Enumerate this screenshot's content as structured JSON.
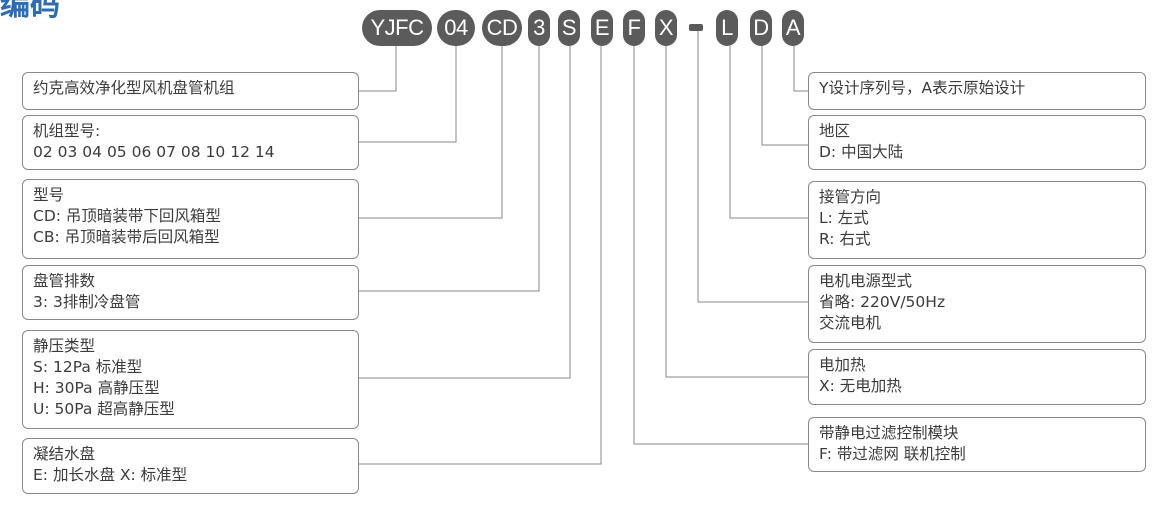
{
  "title": "编码",
  "codes": [
    "YJFC",
    "04",
    "CD",
    "3",
    "S",
    "E",
    "F",
    "X",
    "-",
    "L",
    "D",
    "A"
  ],
  "left_boxes": [
    {
      "lines": [
        "约克高效净化型风机盘管机组"
      ]
    },
    {
      "lines": [
        "机组型号:",
        "02 03 04 05 06 07 08 10 12 14"
      ]
    },
    {
      "lines": [
        "型号",
        "CD: 吊顶暗装带下回风箱型",
        "CB: 吊顶暗装带后回风箱型"
      ]
    },
    {
      "lines": [
        "盘管排数",
        "3: 3排制冷盘管"
      ]
    },
    {
      "lines": [
        "静压类型",
        "S: 12Pa 标准型",
        "H: 30Pa 高静压型",
        "U: 50Pa 超高静压型"
      ]
    },
    {
      "lines": [
        "凝结水盘",
        "E: 加长水盘 X: 标准型"
      ]
    }
  ],
  "right_boxes": [
    {
      "lines": [
        "Y设计序列号，A表示原始设计"
      ]
    },
    {
      "lines": [
        "地区",
        "D: 中国大陆"
      ]
    },
    {
      "lines": [
        "接管方向",
        "L: 左式",
        "R: 右式"
      ]
    },
    {
      "lines": [
        "电机电源型式",
        "省略: 220V/50Hz",
        "交流电机"
      ]
    },
    {
      "lines": [
        "电加热",
        "X: 无电加热"
      ]
    },
    {
      "lines": [
        "带静电过滤控制模块",
        "F: 带过滤网 联机控制"
      ]
    }
  ],
  "colors": {
    "title": "#2a6db5",
    "pill": "#5b5b5b",
    "pill_text": "#ffffff",
    "box_border": "#8a8a8a",
    "text": "#3c3c3c"
  }
}
